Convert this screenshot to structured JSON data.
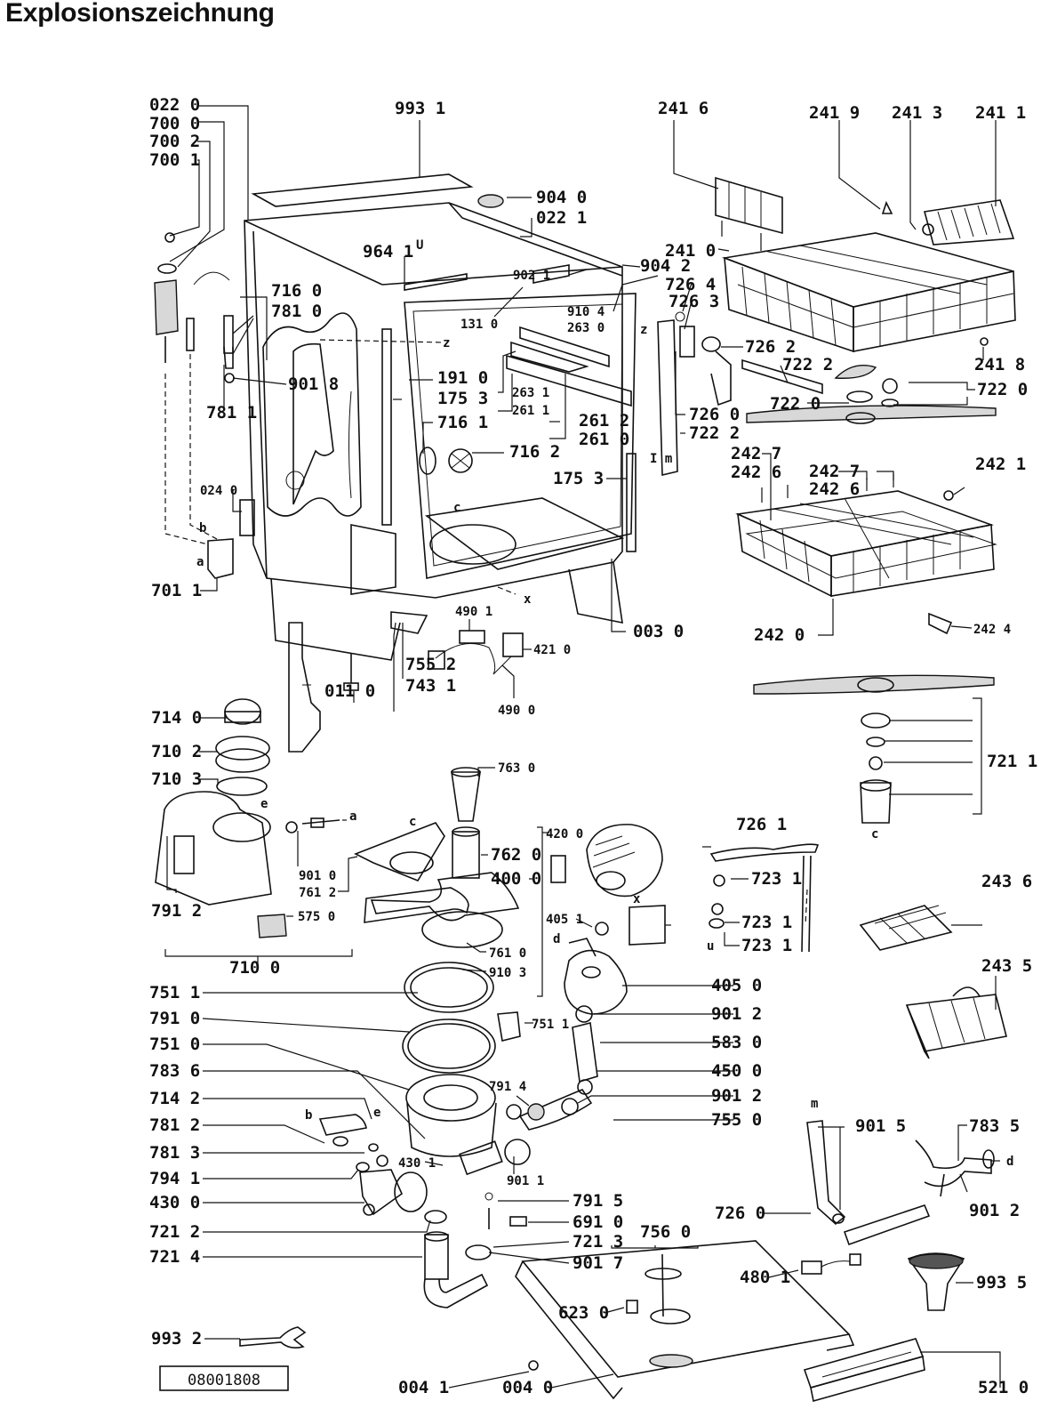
{
  "title": "Explosionszeichnung",
  "drawing_number": "08001808",
  "part_labels": {
    "p0220": "022 0",
    "p7000": "700 0",
    "p7002": "700 2",
    "p7001": "700 1",
    "p9931": "993 1",
    "p9040": "904 0",
    "p0221": "022 1",
    "p9641": "964 1",
    "p9021": "902 1",
    "p9042": "904 2",
    "p7160": "716 0",
    "p7810": "781 0",
    "p9104": "910 4",
    "p2630": "263 0",
    "p1310": "131 0",
    "p9018": "901 8",
    "p7811": "781 1",
    "p1910": "191 0",
    "p1753a": "175 3",
    "p2631": "263 1",
    "p2611": "261 1",
    "p7161": "716 1",
    "p2612": "261 2",
    "p2610": "261 0",
    "p7162": "716 2",
    "p1753b": "175 3",
    "p0240": "024 0",
    "p7011": "701 1",
    "p4901": "490 1",
    "p4210": "421 0",
    "p0030": "003 0",
    "p7552": "755 2",
    "p0110": "011 0",
    "p7431": "743 1",
    "p4900": "490 0",
    "p2416": "241 6",
    "p2419": "241 9",
    "p2413": "241 3",
    "p2411": "241 1",
    "p2410": "241 0",
    "p7264": "726 4",
    "p7263": "726 3",
    "p7262": "726 2",
    "p2418": "241 8",
    "p7222a": "722 2",
    "p7220": "722 0",
    "p7220b": "722 0",
    "p7260a": "726 0",
    "p7222b": "722 2",
    "p2427a": "242 7",
    "p2426a": "242 6",
    "p2427b": "242 7",
    "p2426b": "242 6",
    "p2421": "242 1",
    "p2420": "242 0",
    "p2424": "242 4",
    "p7211": "721 1",
    "p7140": "714 0",
    "p7102": "710 2",
    "p7103": "710 3",
    "p7912": "791 2",
    "p9010": "901 0",
    "p7612": "761 2",
    "p5750": "575 0",
    "p7100": "710 0",
    "p7630": "763 0",
    "p7620": "762 0",
    "p4200": "420 0",
    "p4000": "400 0",
    "p4051": "405 1",
    "p7610": "761 0",
    "p9103": "910 3",
    "p7261": "726 1",
    "p7231a": "723 1",
    "p7231b": "723 1",
    "p7231c": "723 1",
    "p2436": "243 6",
    "p2435": "243 5",
    "p7511a": "751 1",
    "p7910": "791 0",
    "p7510": "751 0",
    "p7836": "783 6",
    "p7142": "714 2",
    "p7812": "781 2",
    "p7813": "781 3",
    "p7941": "794 1",
    "p4300": "430 0",
    "p7212": "721 2",
    "p7214": "721 4",
    "p7511b": "751 1",
    "p4050": "405 0",
    "p9012a": "901 2",
    "p5830": "583 0",
    "p4500": "450 0",
    "p9012b": "901 2",
    "p7550": "755 0",
    "p7914": "791 4",
    "p4301": "430 1",
    "p9011": "901 1",
    "p7915": "791 5",
    "p6910": "691 0",
    "p7213": "721 3",
    "p9017": "901 7",
    "p7560": "756 0",
    "p6230": "623 0",
    "p9015": "901 5",
    "p7835": "783 5",
    "p9012c": "901 2",
    "p7260b": "726 0",
    "p4801": "480 1",
    "p9935": "993 5",
    "p9932": "993 2",
    "p0041": "004 1",
    "p0040": "004 0",
    "p5210": "521 0"
  },
  "ref_letters": {
    "a1": "a",
    "b1": "b",
    "z1": "z",
    "z2": "z",
    "c1": "c",
    "x1": "x",
    "im": "I m",
    "U1": "U",
    "e1": "e",
    "a2": "a",
    "c2": "c",
    "c3": "c",
    "x2": "x",
    "d1": "d",
    "u2": "u",
    "b2": "b",
    "e2": "e",
    "m": "m",
    "d2": "d"
  }
}
